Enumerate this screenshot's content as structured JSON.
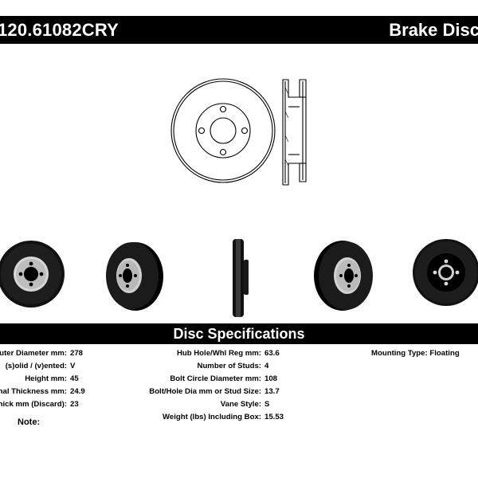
{
  "header": {
    "part_number": "120.61082CRY",
    "category": "Brake Disc"
  },
  "spec_title": "Disc Specifications",
  "specs_left": [
    {
      "label": "Outer Diameter mm:",
      "value": "278"
    },
    {
      "label": "(s)olid / (v)ented:",
      "value": "V"
    },
    {
      "label": "Height mm:",
      "value": "45"
    },
    {
      "label": "Nominal Thickness mm:",
      "value": "24.9"
    },
    {
      "label": "Min Thick mm (Discard):",
      "value": "23"
    }
  ],
  "specs_mid": [
    {
      "label": "Hub Hole/Whl Reg mm:",
      "value": "63.6"
    },
    {
      "label": "Number of Studs:",
      "value": "4"
    },
    {
      "label": "Bolt Circle Diameter mm:",
      "value": "108"
    },
    {
      "label": "Bolt/Hole Dia mm or Stud Size:",
      "value": "13.7"
    },
    {
      "label": "Vane Style:",
      "value": "S"
    },
    {
      "label": "Weight (lbs) Including Box:",
      "value": "15.53"
    }
  ],
  "specs_right": [
    {
      "label": "Mounting Type:",
      "value": "Floating"
    }
  ],
  "note_label": "Note:"
}
